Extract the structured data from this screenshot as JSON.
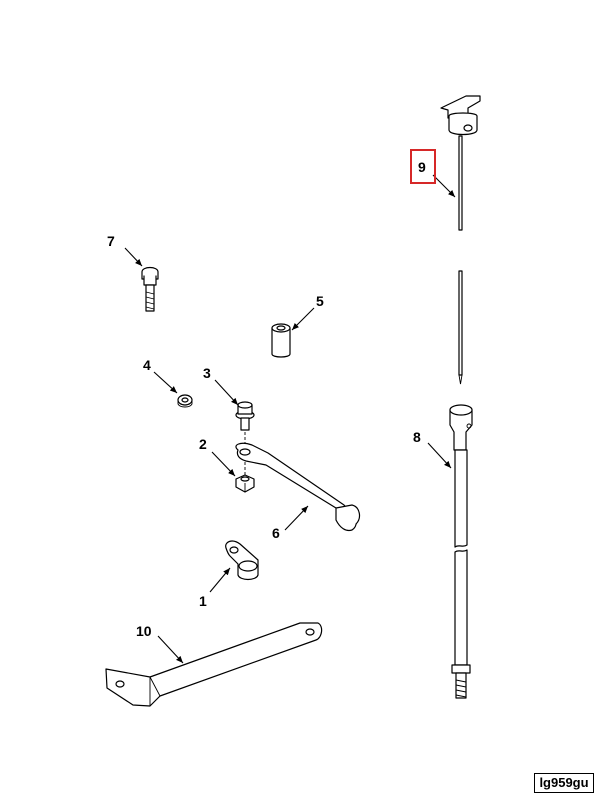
{
  "diagram": {
    "callouts": {
      "c1": "1",
      "c2": "2",
      "c3": "3",
      "c4": "4",
      "c5": "5",
      "c6": "6",
      "c7": "7",
      "c8": "8",
      "c9": "9",
      "c10": "10"
    },
    "highlighted_callout": "9",
    "highlight_color": "#d62828",
    "figure_code": "lg959gu"
  }
}
